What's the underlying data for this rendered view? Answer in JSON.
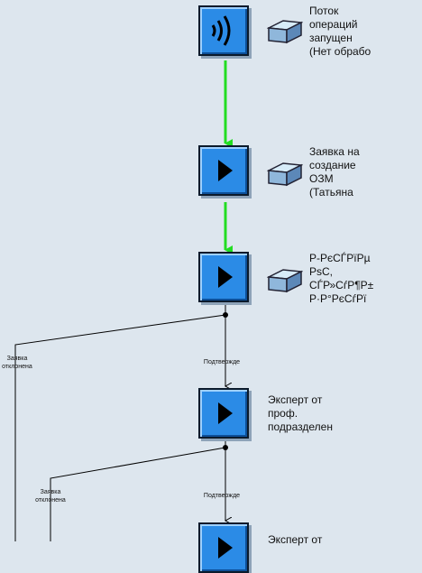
{
  "nodes": [
    {
      "id": "start",
      "icon": "broadcast-icon",
      "label": "Поток\nопераций\nзапущен\n(Нет обрабо"
    },
    {
      "id": "request",
      "icon": "play-icon",
      "label": "Заявка на\nсоздание\nОЗМ\n(Татьяна"
    },
    {
      "id": "garbled",
      "icon": "play-icon",
      "label": "Р-РєСЃРїРµ\nРѕС,\nСЃР»СѓР¶Р±\nР·Р°РєСѓРї"
    },
    {
      "id": "expert1",
      "icon": "play-icon",
      "label": "Эксперт от\nпроф.\nподразделен"
    },
    {
      "id": "expert2",
      "icon": "play-icon",
      "label": "Эксперт от"
    }
  ],
  "edges": {
    "confirm_1": "Подтвержде",
    "reject_1": "Заявка\nотклонена",
    "confirm_2": "Подтвержде",
    "reject_2": "Заявка\nотклонена"
  },
  "colors": {
    "background": "#dde6ee",
    "node_fill": "#2b8be6",
    "active_edge": "#22dd22",
    "edge": "#000000"
  }
}
